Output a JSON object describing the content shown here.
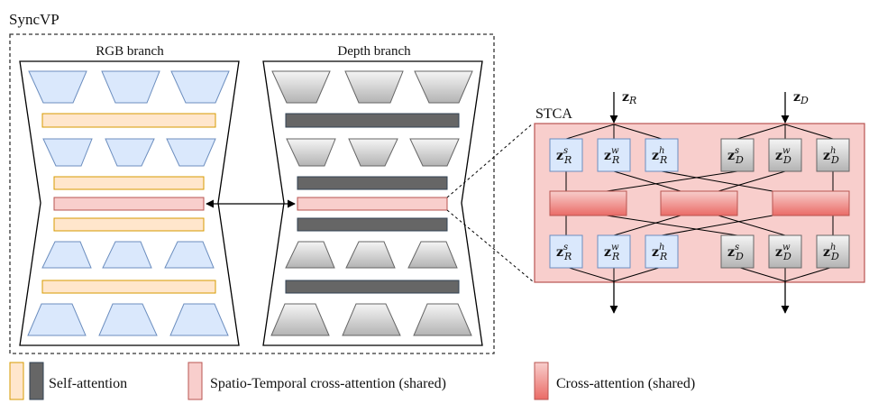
{
  "figure": {
    "outer_title": "SyncVP",
    "rgb_branch": {
      "title": "RGB branch",
      "colors": {
        "block_fill": "#dae8fc",
        "block_stroke": "#6c8ebf",
        "self_attn_fill": "#ffe6cc",
        "self_attn_stroke": "#d79b00"
      }
    },
    "depth_branch": {
      "title": "Depth branch",
      "colors": {
        "block_fill_top": "#f5f5f5",
        "block_fill_bottom": "#b3b3b3",
        "block_stroke": "#666666",
        "self_attn_fill": "#666666",
        "self_attn_stroke": "#314354"
      }
    },
    "stca": {
      "title": "STCA",
      "colors": {
        "panel_fill": "#f8cecc",
        "panel_stroke": "#b85450",
        "cross_attn_top": "#f8cecc",
        "cross_attn_bottom": "#ea6b66"
      },
      "inputs": [
        {
          "base": "z",
          "sub": "R"
        },
        {
          "base": "z",
          "sub": "D"
        }
      ],
      "rgb_tokens": [
        {
          "base": "z",
          "sup": "s",
          "sub": "R"
        },
        {
          "base": "z",
          "sup": "w",
          "sub": "R"
        },
        {
          "base": "z",
          "sup": "h",
          "sub": "R"
        }
      ],
      "depth_tokens": [
        {
          "base": "z",
          "sup": "s",
          "sub": "D"
        },
        {
          "base": "z",
          "sup": "w",
          "sub": "D"
        },
        {
          "base": "z",
          "sup": "h",
          "sub": "D"
        }
      ],
      "cross_attention_blocks": 3
    },
    "legend": [
      {
        "label": "Self-attention",
        "swatches": [
          "#ffe6cc",
          "#666666"
        ]
      },
      {
        "label": "Spatio-Temporal cross-attention (shared)",
        "swatches": [
          "#f8cecc"
        ]
      },
      {
        "label": "Cross-attention (shared)",
        "swatches": [
          "#ea6b66"
        ]
      }
    ]
  }
}
